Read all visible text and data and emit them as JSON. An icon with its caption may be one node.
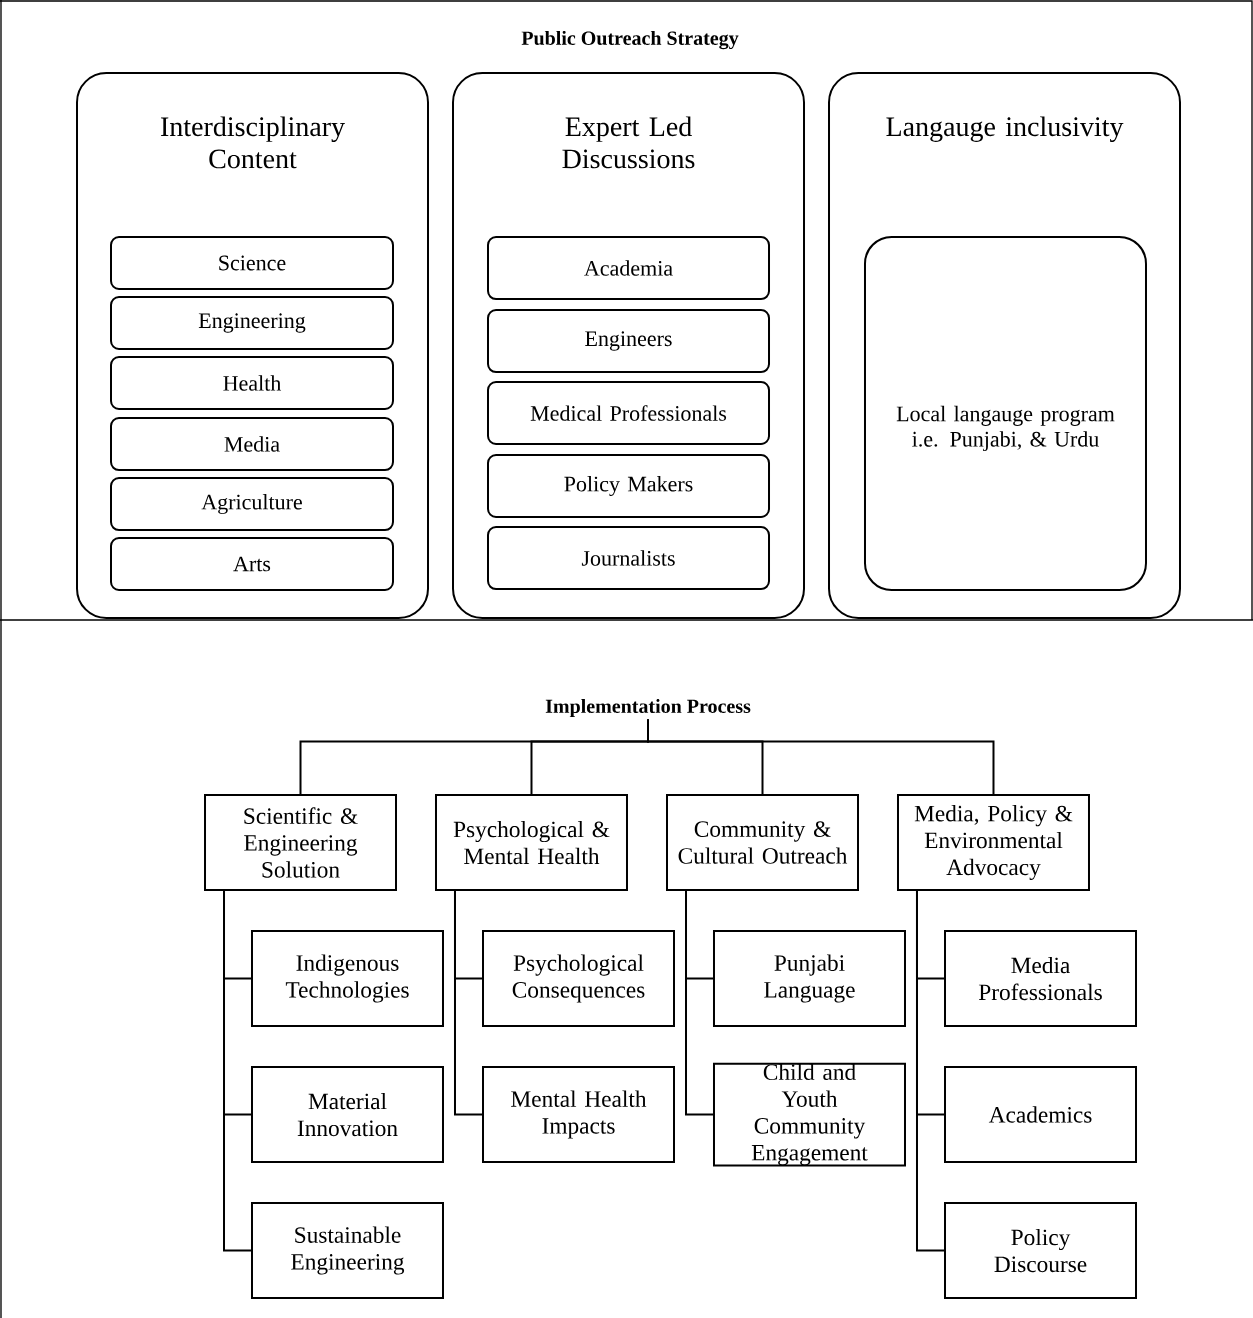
{
  "diagram": {
    "title": "Public Outreach Strategy",
    "nodes": [
      {
        "text": [
          "Interdisciplinary Content"
        ]
      },
      {
        "text": [
          "Science"
        ],
        "in": 0
      },
      {
        "text": [
          "Engineering"
        ],
        "in": 0
      },
      {
        "text": [
          "Health"
        ],
        "in": 0
      },
      {
        "text": [
          "Media"
        ],
        "in": 0
      },
      {
        "text": [
          "Agriculture"
        ],
        "in": 0
      },
      {
        "text": [
          "Arts"
        ],
        "in": 0
      },
      {
        "text": [
          "Expert Led Discussions"
        ]
      },
      {
        "text": [
          "Academia"
        ],
        "in": 7
      },
      {
        "text": [
          "Engineers"
        ],
        "in": 7
      },
      {
        "text": [
          "Medical Professionals"
        ],
        "in": 7
      },
      {
        "text": [
          "Policy Makers"
        ],
        "in": 7
      },
      {
        "text": [
          "Journalists"
        ],
        "in": 7
      },
      {
        "text": [
          "Langauge inclusivity"
        ]
      },
      {
        "text": [
          "Local langauge program i.e. Punjabi, & Urdu"
        ],
        "in": 13
      },
      {
        "text": [
          "Implementation Process"
        ]
      },
      {
        "text": [
          "Scientific & Engineering Solution"
        ]
      },
      {
        "text": [
          "Psychological & Mental Health"
        ]
      },
      {
        "text": [
          "Community & Cultural Outreach"
        ]
      },
      {
        "text": [
          "Media, Policy & Environmental Advocacy"
        ]
      },
      {
        "text": [
          "Indigenous Technologies"
        ]
      },
      {
        "text": [
          "Material Innovation"
        ]
      },
      {
        "text": [
          "Sustainable Engineering"
        ]
      },
      {
        "text": [
          "Psychological Consequences"
        ]
      },
      {
        "text": [
          "Mental Health Impacts"
        ]
      },
      {
        "text": [
          "Punjabi Language"
        ]
      },
      {
        "text": [
          "Child and Youth Community Engagement"
        ]
      },
      {
        "text": [
          "Media Professionals"
        ]
      },
      {
        "text": [
          "Academics"
        ]
      },
      {
        "text": [
          "Policy Discourse"
        ]
      }
    ],
    "edges": [
      {
        "from": 15,
        "to": 16,
        "arrow": "none"
      },
      {
        "from": 15,
        "to": 17,
        "arrow": "none"
      },
      {
        "from": 15,
        "to": 18,
        "arrow": "none"
      },
      {
        "from": 15,
        "to": 19,
        "arrow": "none"
      },
      {
        "from": 16,
        "to": 20,
        "arrow": "none"
      },
      {
        "from": 16,
        "to": 21,
        "arrow": "none"
      },
      {
        "from": 16,
        "to": 22,
        "arrow": "none"
      },
      {
        "from": 17,
        "to": 23,
        "arrow": "none"
      },
      {
        "from": 17,
        "to": 24,
        "arrow": "none"
      },
      {
        "from": 18,
        "to": 25,
        "arrow": "none"
      },
      {
        "from": 18,
        "to": 26,
        "arrow": "none"
      },
      {
        "from": 19,
        "to": 27,
        "arrow": "none"
      },
      {
        "from": 19,
        "to": 28,
        "arrow": "none"
      },
      {
        "from": 19,
        "to": 29,
        "arrow": "none"
      }
    ]
  }
}
